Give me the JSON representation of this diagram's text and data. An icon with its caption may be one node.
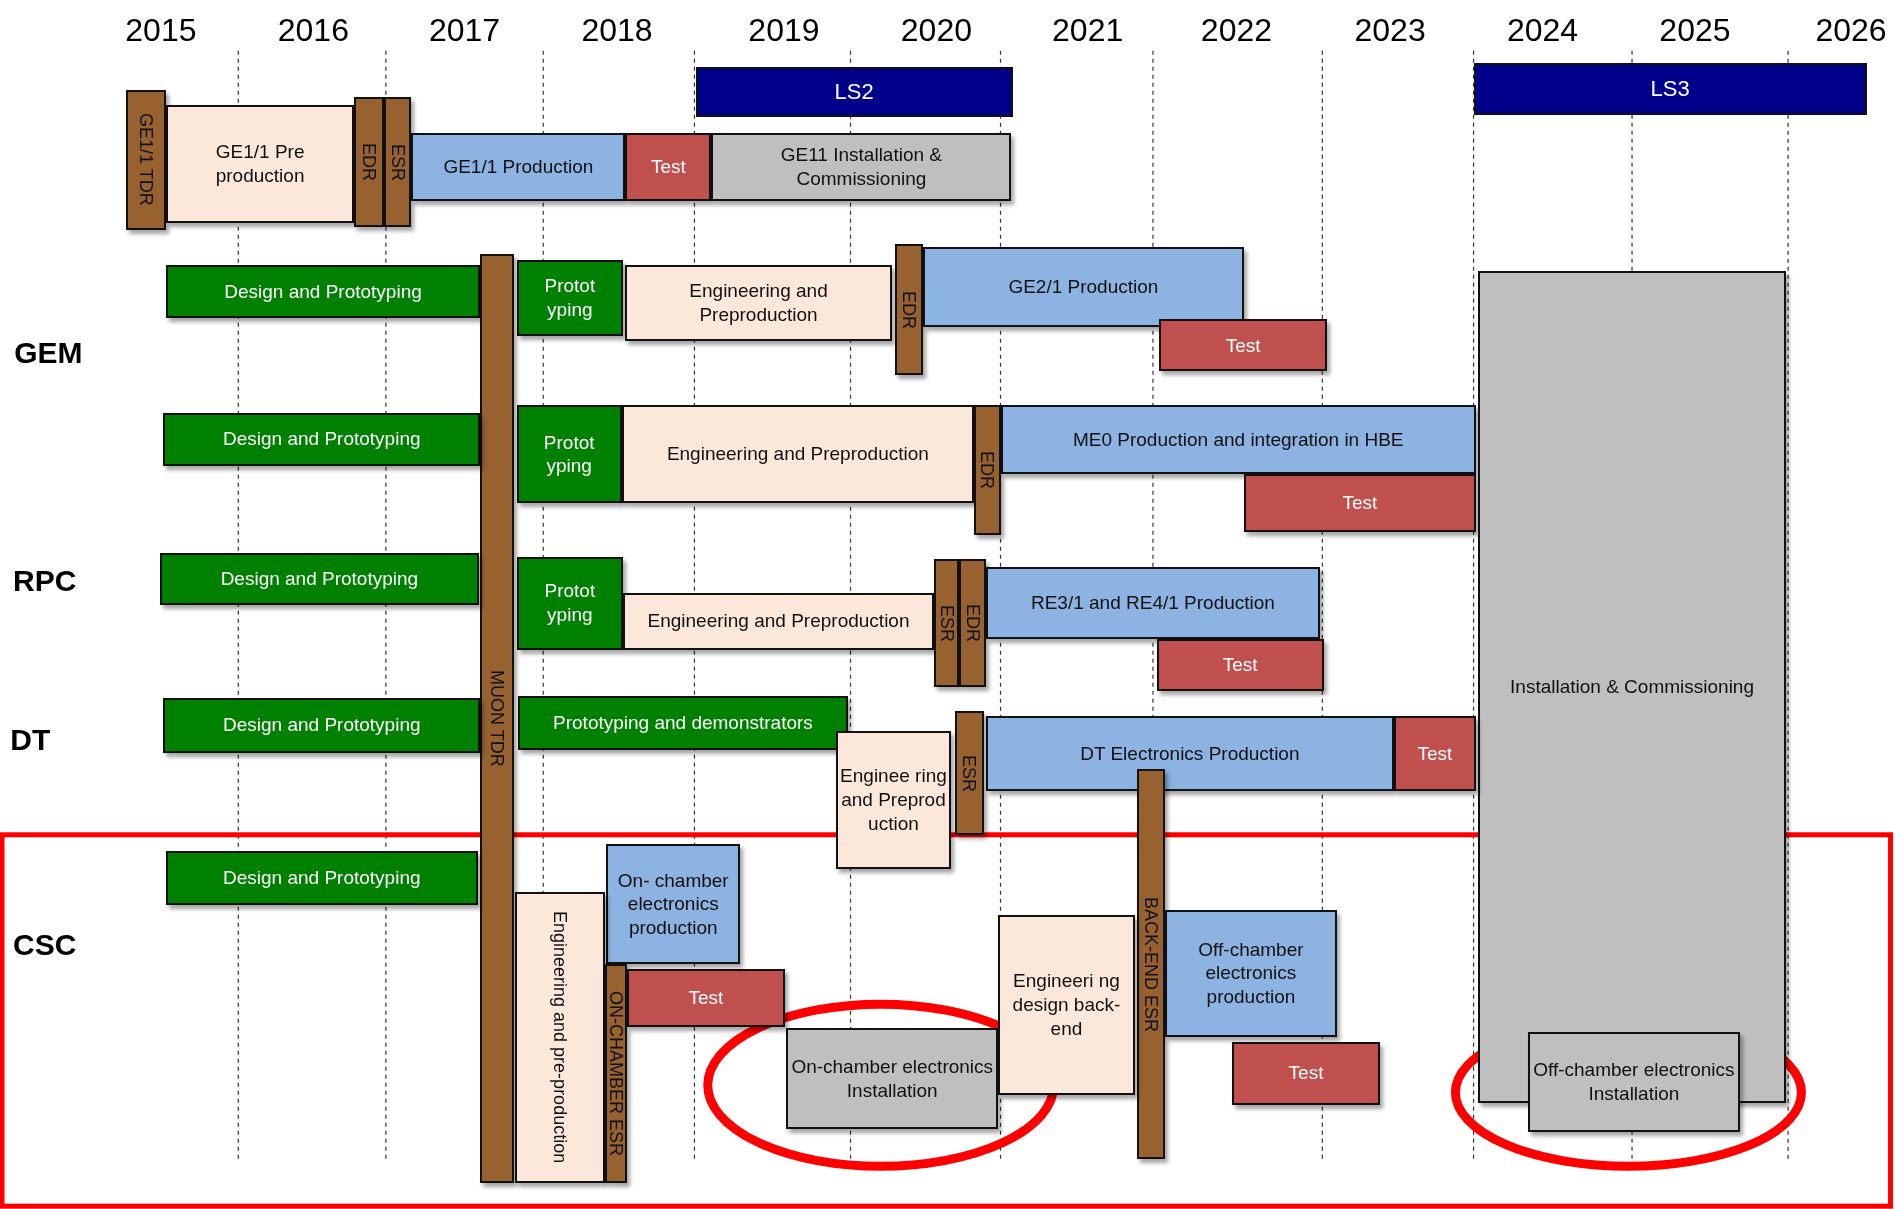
{
  "diagram": {
    "nodes": [
      {
        "text": [
          "LS2"
        ]
      },
      {
        "text": [
          "LS3"
        ]
      },
      {
        "text": [
          "GE1/1 TDR"
        ]
      },
      {
        "text": [
          "GE1/1 Pre production"
        ]
      },
      {
        "text": [
          "EDR"
        ]
      },
      {
        "text": [
          "ESR"
        ]
      },
      {
        "text": [
          "GE1/1 Production"
        ]
      },
      {
        "text": [
          "Test"
        ]
      },
      {
        "text": [
          "GE11 Installation & Commissioning"
        ]
      },
      {
        "text": [
          "Design and Prototyping"
        ]
      },
      {
        "text": [
          "MUON  TDR"
        ]
      },
      {
        "text": [
          "Protot yping"
        ]
      },
      {
        "text": [
          "Engineering and Preproduction"
        ]
      },
      {
        "text": [
          "EDR"
        ]
      },
      {
        "text": [
          "GE2/1 Production"
        ]
      },
      {
        "text": [
          "Test"
        ]
      },
      {
        "text": [
          "Design and Prototyping"
        ]
      },
      {
        "text": [
          "Protot yping"
        ]
      },
      {
        "text": [
          "Engineering and Preproduction"
        ]
      },
      {
        "text": [
          "EDR"
        ]
      },
      {
        "text": [
          "ME0 Production and integration in HBE"
        ]
      },
      {
        "text": [
          "Test"
        ]
      },
      {
        "text": [
          "Installation & Commissioning"
        ]
      },
      {
        "text": [
          "Design and Prototyping"
        ]
      },
      {
        "text": [
          "Protot yping"
        ]
      },
      {
        "text": [
          "Engineering and Preproduction"
        ]
      },
      {
        "text": [
          "ESR"
        ]
      },
      {
        "text": [
          "EDR"
        ]
      },
      {
        "text": [
          "RE3/1 and RE4/1 Production"
        ]
      },
      {
        "text": [
          "Test"
        ]
      },
      {
        "text": [
          "Design and Prototyping"
        ]
      },
      {
        "text": [
          "Prototyping and demonstrators"
        ]
      },
      {
        "text": [
          "Enginee ring and Preprod uction"
        ]
      },
      {
        "text": [
          "ESR"
        ]
      },
      {
        "text": [
          "DT  Electronics Production"
        ]
      },
      {
        "text": [
          "Test"
        ]
      },
      {
        "text": [
          "BACK-END  ESR"
        ]
      },
      {
        "text": [
          "Design and Prototyping"
        ]
      },
      {
        "text": [
          "On- chamber electronics production"
        ]
      },
      {
        "text": [
          "Engineering and pre-production"
        ]
      },
      {
        "text": [
          "ON-CHAMBER  ESR"
        ]
      },
      {
        "text": [
          "Test"
        ]
      },
      {
        "text": [
          "On-chamber electronics Installation"
        ]
      },
      {
        "text": [
          "Engineeri ng design back-end"
        ]
      },
      {
        "text": [
          "Off-chamber electronics production"
        ]
      },
      {
        "text": [
          "Test"
        ]
      },
      {
        "text": [
          "Off-chamber electronics Installation"
        ]
      }
    ],
    "labels": [
      "2015",
      "2016",
      "2017",
      "2018",
      "2019",
      "2020",
      "2021",
      "2022",
      "2023",
      "2024",
      "2025",
      "2026",
      "GEM",
      "RPC",
      "DT",
      "CSC"
    ]
  }
}
